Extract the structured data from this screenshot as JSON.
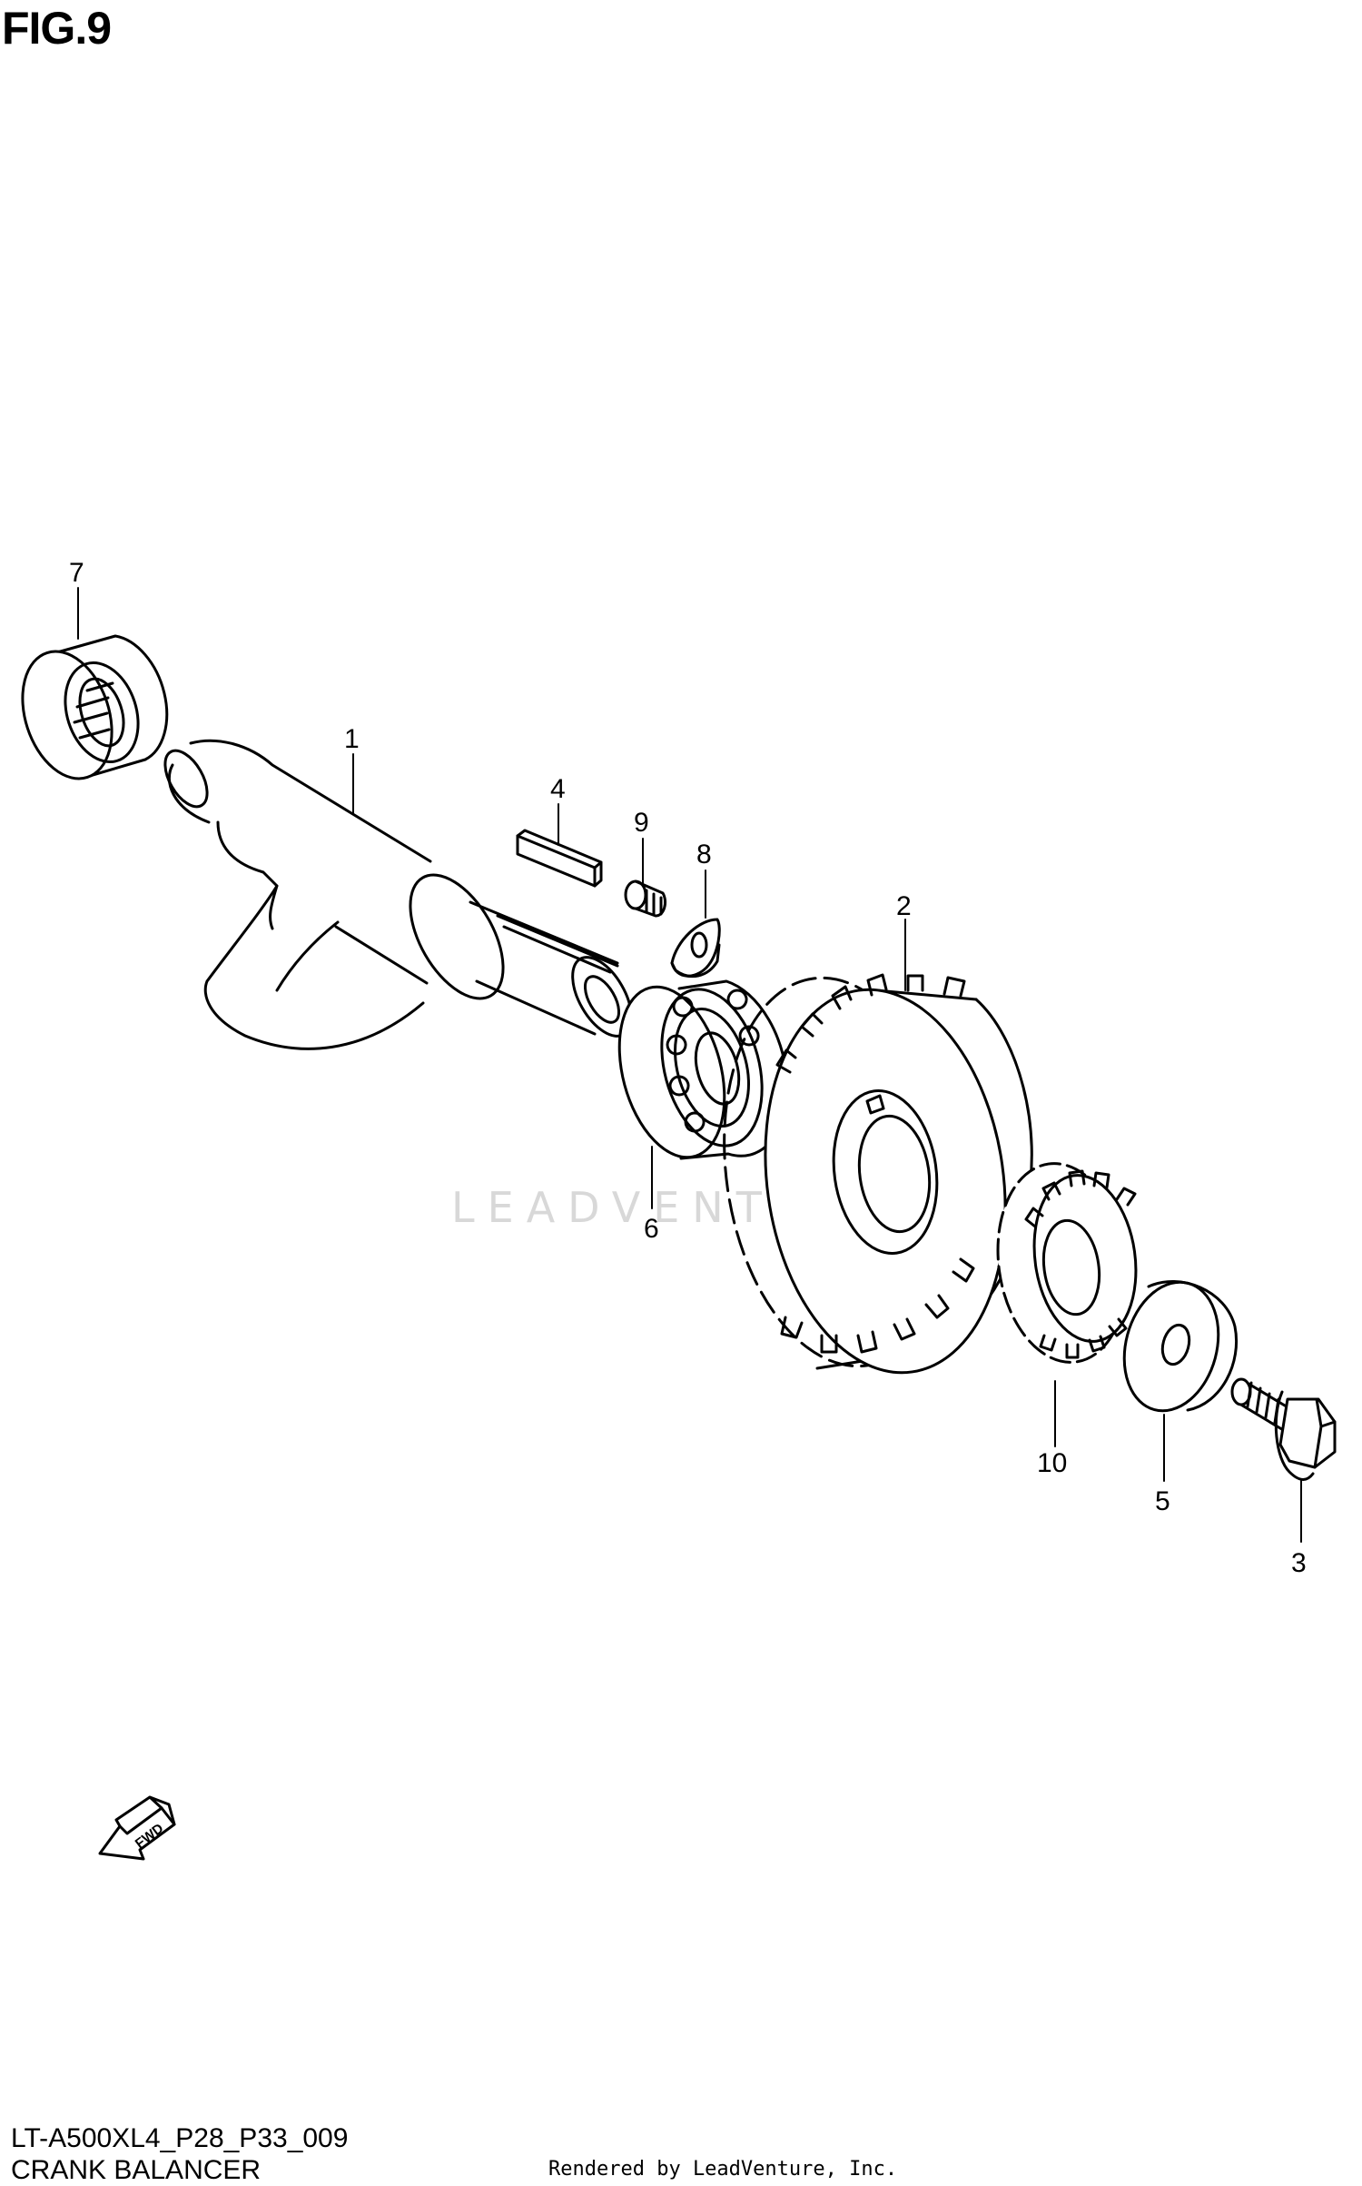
{
  "figure": {
    "title": "FIG.9",
    "model_code": "LT-A500XL4_P28_P33_009",
    "section_name": "CRANK BALANCER",
    "render_credit": "Rendered by LeadVenture, Inc.",
    "watermark": "LEADVENTURE",
    "direction_marker": "FWD"
  },
  "callouts": [
    {
      "part": "crank-balancer-shaft",
      "number": "1"
    },
    {
      "part": "balancer-driven-gear",
      "number": "2"
    },
    {
      "part": "bolt",
      "number": "3"
    },
    {
      "part": "key",
      "number": "4"
    },
    {
      "part": "washer",
      "number": "5"
    },
    {
      "part": "ball-bearing",
      "number": "6"
    },
    {
      "part": "needle-bearing",
      "number": "7"
    },
    {
      "part": "lock-washer",
      "number": "8"
    },
    {
      "part": "screw",
      "number": "9"
    },
    {
      "part": "gear",
      "number": "10"
    }
  ]
}
